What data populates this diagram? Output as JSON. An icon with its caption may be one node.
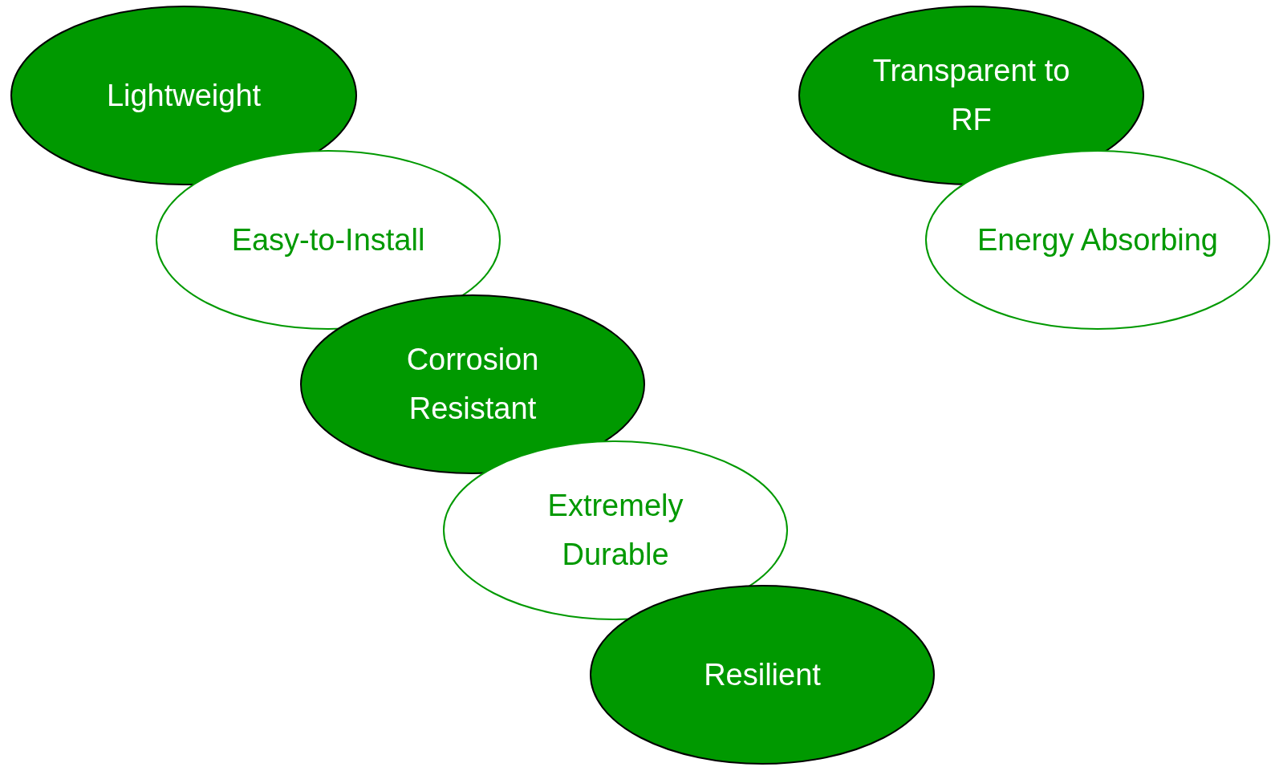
{
  "diagram": {
    "nodes": [
      {
        "text": [
          "Lightweight"
        ]
      },
      {
        "text": [
          "Easy-to-Install"
        ]
      },
      {
        "text": [
          "Corrosion Resistant"
        ]
      },
      {
        "text": [
          "Extremely Durable"
        ]
      },
      {
        "text": [
          "Resilient"
        ]
      },
      {
        "text": [
          "Transparent to RF"
        ]
      },
      {
        "text": [
          "Energy Absorbing"
        ]
      }
    ]
  }
}
